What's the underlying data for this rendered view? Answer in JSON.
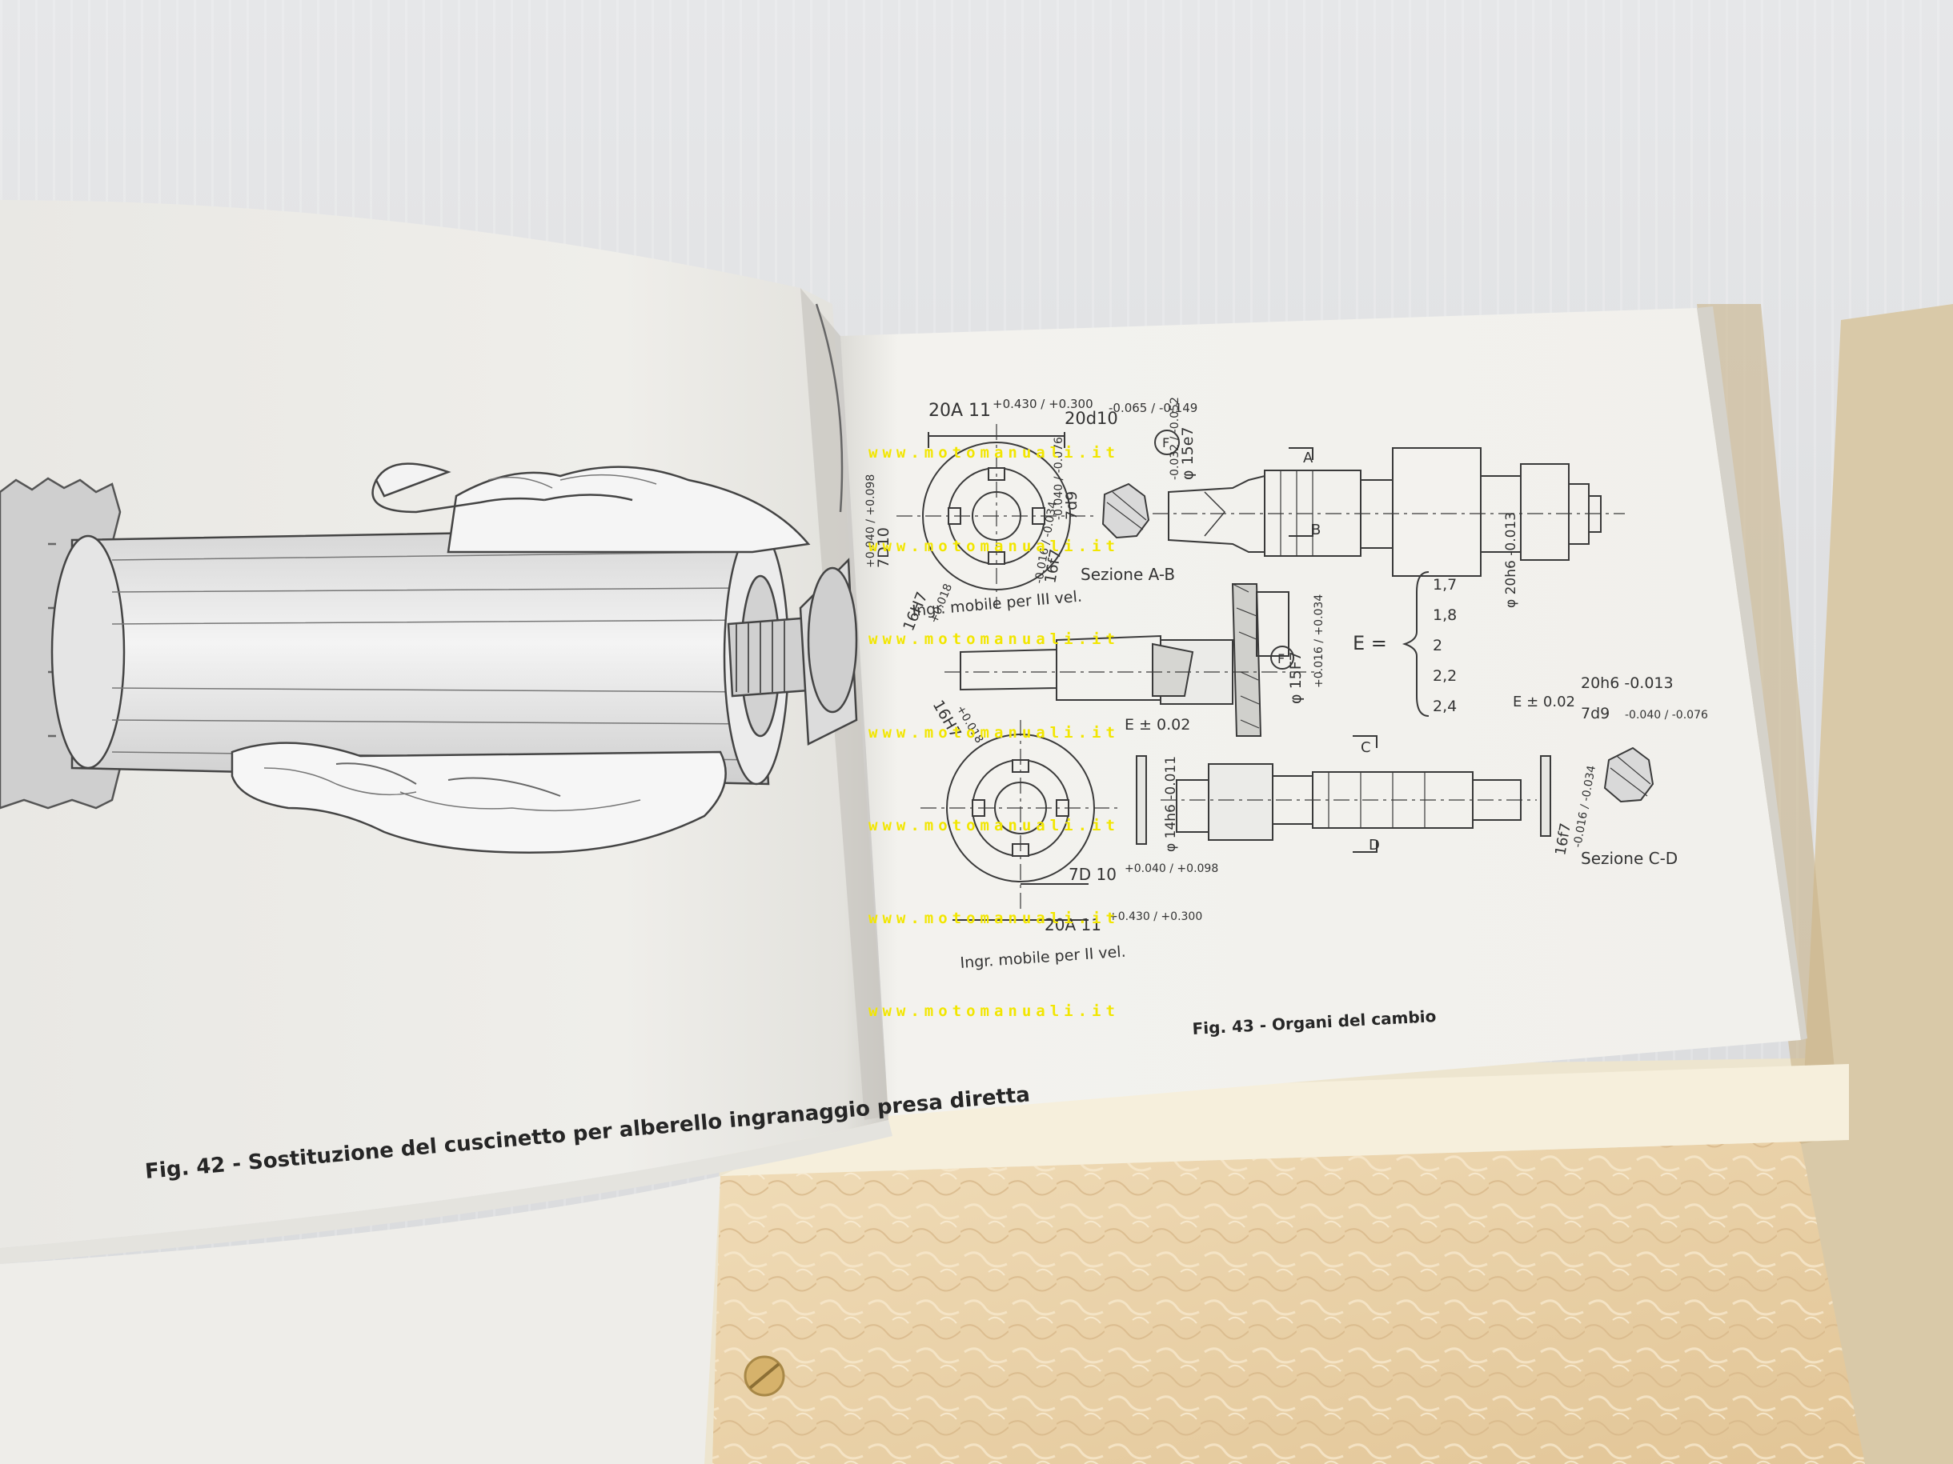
{
  "left_page": {
    "caption": "Fig. 42 - Sostituzione del cuscinetto per alberello ingranaggio presa diretta"
  },
  "right_page": {
    "caption": "Fig. 43 - Organi del cambio",
    "labels": {
      "dim_20A11_top": "20A 11",
      "dim_20A11_top_tol": "+0.430 / +0.300",
      "dim_20d10": "20d10",
      "dim_20d10_tol": "-0.065 / -0.149",
      "dim_15e7": "φ 15e7",
      "dim_15e7_tol": "-0.032 / -0.052",
      "dim_7d9_top": "7d9",
      "dim_7d9_top_tol": "-0.040 / -0.076",
      "dim_7D10_left": "7D10",
      "dim_7D10_left_tol": "+0.040 / +0.098",
      "dim_16H7_top": "16H7",
      "dim_16H7_top_tol": "+0.018",
      "dim_16f7_top": "16f7",
      "dim_16f7_top_tol": "-0.016 / -0.034",
      "section_ab": "Sezione A-B",
      "gear_iii": "Ingr. mobile per III vel.",
      "dim_20h6_top": "φ 20h6 -0.013",
      "dim_15F7": "φ 15F7",
      "dim_15F7_tol": "+0.016 / +0.034",
      "E_label": "E =",
      "E_values": [
        "1,7",
        "1,8",
        "2",
        "2,2",
        "2,4"
      ],
      "dim_16H7_bottom": "16H7",
      "dim_16H7_bottom_tol": "+0.018",
      "dim_E_left": "E ± 0.02",
      "dim_14h6": "φ 14h6 -0.011",
      "dim_E_right": "E ± 0.02",
      "dim_20h6_right": "20h6 -0.013",
      "dim_7d9_right": "7d9",
      "dim_7d9_right_tol": "-0.040 / -0.076",
      "dim_16f7_right": "16f7",
      "dim_16f7_right_tol": "-0.016 / -0.034",
      "section_cd": "Sezione C-D",
      "dim_7D10_bottom": "7D 10",
      "dim_7D10_bottom_tol": "+0.040 / +0.098",
      "dim_20A11_bottom": "20A 11",
      "dim_20A11_bottom_tol": "+0.430 / +0.300",
      "gear_ii": "Ingr. mobile per II vel.",
      "arrow_a": "A",
      "arrow_b": "B",
      "arrow_c": "C",
      "arrow_d_bottom": "D",
      "arrow_f": "F"
    }
  },
  "watermark": "www.motomanuali.it",
  "colors": {
    "paper": "#f2f1ed",
    "paper_right": "#f4f3ef",
    "cover": "#e9d3ad",
    "watermark": "#f2e600",
    "ink": "#3a3a3a"
  }
}
